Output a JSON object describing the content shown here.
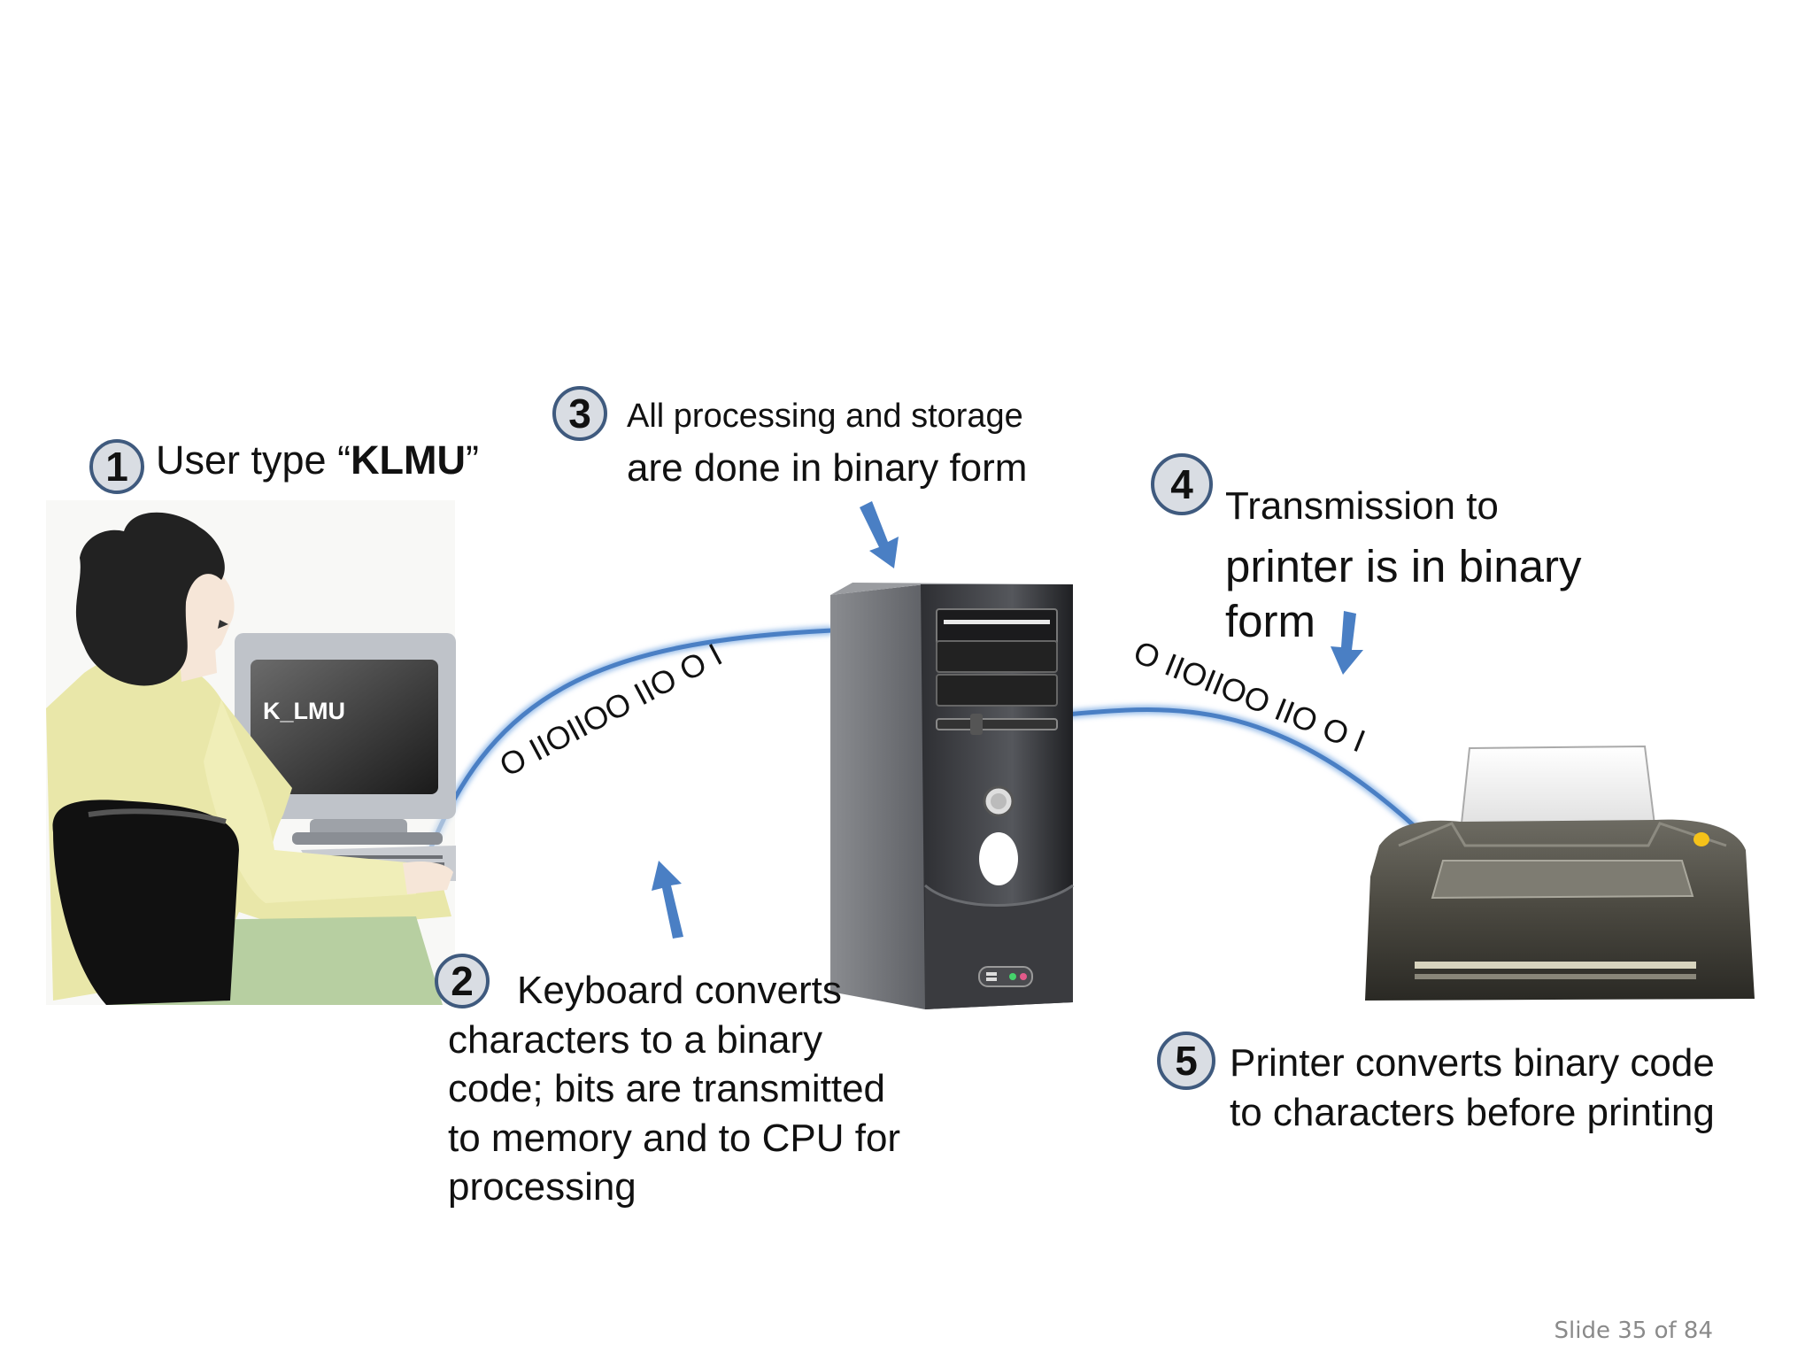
{
  "steps": {
    "s1": {
      "num": "1",
      "prefix": "User type “",
      "bold": "KLMU",
      "suffix": "”"
    },
    "s2": {
      "num": "2",
      "line1": "Keyboard converts",
      "line2": "characters to a binary",
      "line3": "code; bits are transmitted",
      "line4": "to memory and to CPU for",
      "line5": "processing"
    },
    "s3": {
      "num": "3",
      "line1": "All processing and storage",
      "line2": "are done in binary form"
    },
    "s4": {
      "num": "4",
      "line1": "Transmission to",
      "line2": "printer is in binary",
      "line3": "form"
    },
    "s5": {
      "num": "5",
      "line1": "Printer converts binary code",
      "line2": "to characters before printing"
    }
  },
  "binary_left": "O IIOIIOO IIO O I",
  "binary_right": "O IIOIIOO IIO O I",
  "screen_text": "K_LMU",
  "footer": "Slide 35 of 84",
  "colors": {
    "arrow": "#4a7fc4",
    "badge_border": "#3f5a7e",
    "badge_fill": "#d9dde3"
  }
}
